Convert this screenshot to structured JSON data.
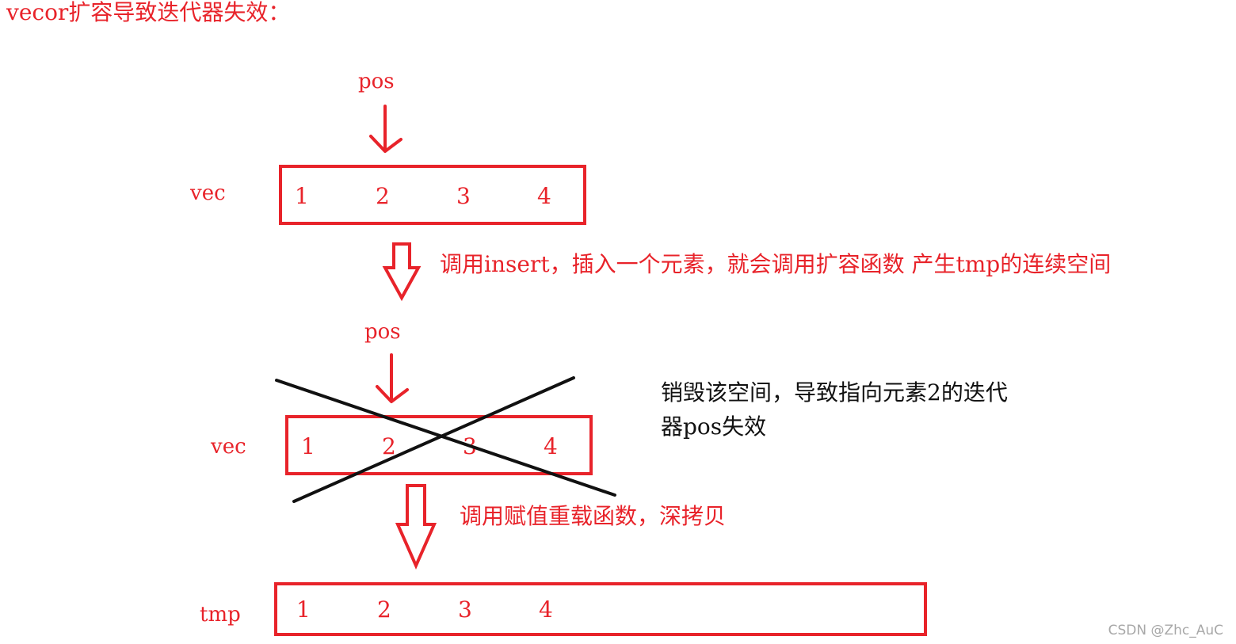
{
  "title": "vecor扩容导致迭代器失效：",
  "top": {
    "pos_label": "pos",
    "vec_label": "vec",
    "cells": [
      "1",
      "2",
      "3",
      "4"
    ]
  },
  "step1_text": "调用insert，插入一个元素，就会调用扩容函数 产生tmp的连续空间",
  "middle": {
    "pos_label": "pos",
    "vec_label": "vec",
    "cells": [
      "1",
      "2",
      "3",
      "4"
    ],
    "note_line1": "销毁该空间，导致指向元素2的迭代",
    "note_line2": "器pos失效"
  },
  "step2_text": "调用赋值重载函数，深拷贝",
  "bottom": {
    "tmp_label": "tmp",
    "cells": [
      "1",
      "2",
      "3",
      "4"
    ]
  },
  "watermark": "CSDN @Zhc_AuC",
  "colors": {
    "accent": "#e8232a",
    "cross": "#111111",
    "watermark": "#a8a8a8"
  }
}
